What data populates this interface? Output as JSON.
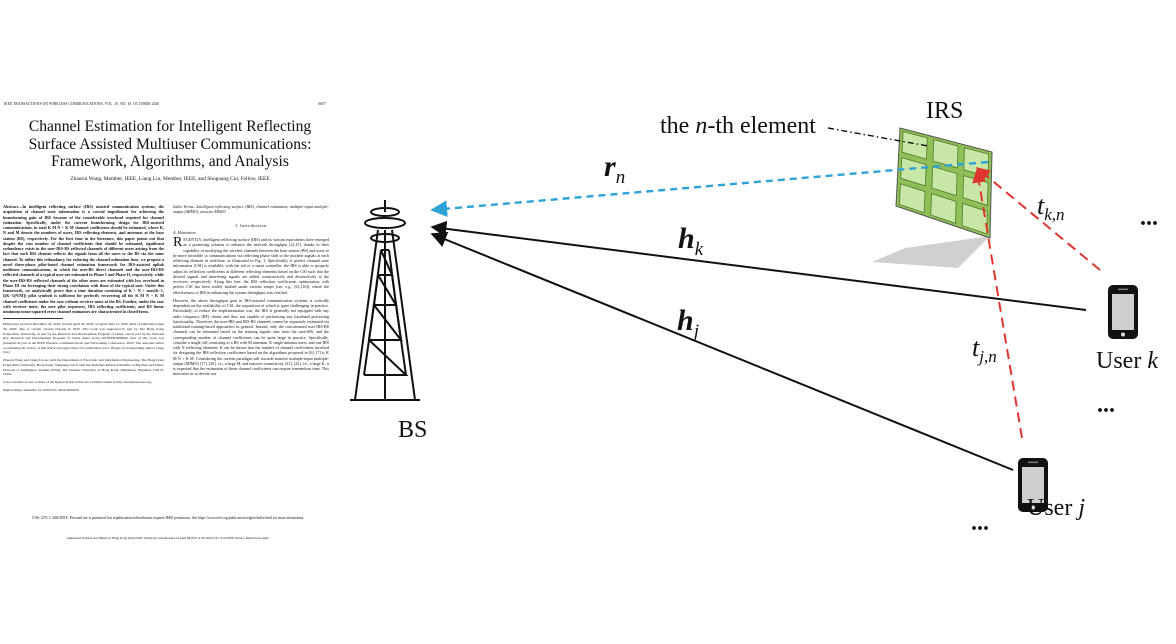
{
  "paper": {
    "journal_header": "IEEE TRANSACTIONS ON WIRELESS COMMUNICATIONS, VOL. 19, NO. 10, OCTOBER 2020",
    "page_number": "6607",
    "title": "Channel Estimation for Intelligent Reflecting Surface Assisted Multiuser Communications: Framework, Algorithms, and Analysis",
    "authors": "Zhaorui Wang, Member, IEEE, Liang Liu, Member, IEEE, and Shuguang Cui, Fellow, IEEE",
    "abstract": "Abstract—In intelligent reflecting surface (IRS) assisted communication systems, the acquisition of channel state information is a crucial impediment for achieving the beamforming gain of IRS because of the considerable overhead required for channel estimation. Specifically, under the current beamforming design for IRS-assisted communications, in total K M N + K M channel coefficients should be estimated, where K, N and M denote the numbers of users, IRS reflecting elements, and antennas at the base station (BS), respectively. For the first time in the literature, this paper points out that despite the vast number of channel coefficients that should be estimated, significant redundancy exists in the user-IRS-BS reflected channels of different users arising from the fact that each IRS element reflects the signals from all the users to the BS via the same channel. To utilize this redundancy for reducing the channel estimation time, we propose a novel three-phase pilot-based channel estimation framework for IRS-assisted uplink multiuser communications, in which the user-BS direct channels and the user-IRS-BS reflected channels of a typical user are estimated in Phase I and Phase II, respectively, while the user-IRS-BS reflected channels of the other users are estimated with low overhead in Phase III via leveraging their strong correlation with those of the typical user. Under this framework, we analytically prove that a time duration consisting of K + N + max(K−1, ⌈(K−1)N/M⌉) pilot symbols is sufficient for perfectly recovering all the K M N + K M channel coefficients under the case without receiver noise at the BS. Further, under the case with receiver noise, the user pilot sequences, IRS reflecting coefficients, and BS linear minimum mean-squared error channel estimators are characterized in closed-form.",
    "index_terms": "Index Terms—Intelligent reflecting surface (IRS), channel estimation, multiple-input multiple-output (MIMO), massive MIMO.",
    "section_heading": "I. Introduction",
    "subsection_heading": "A. Motivation",
    "intro_dropcap": "R",
    "intro_p1": "ECENTLY, intelligent reflecting surface (IRS) and its various equivalents have emerged as a promising solution to enhance the network throughput [2]–[5], thanks to their capability of modifying the wireless channels between the base station (BS) and users to be more favorable to communications via reflecting phase shift to the incident signals at each reflecting element in real-time, as illustrated in Fig. 1. Specifically, if perfect channel state information (CSI) is available, with the aid of a smart controller, the IRS is able to properly adjust its reflection coefficients at different reflecting elements based on the CSI such that the desired signals and interfering signals are added constructively and destructively at the receivers, respectively. Along this line, the IRS reflection coefficients optimization with perfect CSI has been widely studied under various setups (see, e.g., [6]–[16]), where the effectiveness of IRS in enhancing the system throughput was verified.",
    "intro_p2": "However, the above throughput gain in IRS-assisted communication systems is critically dependent on the availability of CSI, the acquisition of which is quite challenging in practice. Particularly, to reduce the implementation cost, the IRS is generally not equipped with any radio frequency (RF) chains and thus not capable of performing any baseband processing functionality. Therefore, the user-IRS and IRS-BS channels cannot be separately estimated via traditional training-based approaches in general. Instead, only the concatenated user-IRS-BS channels can be estimated based on the training signals sent from the users/BS, and the corresponding number of channel coefficients can be quite large in practice. Specifically, consider a single cell consisting of a BS with M antennas, K single-antenna users, and one IRS with N reflecting elements. It can be shown that the number of channel coefficients involved for designing the IRS reflection coefficients based on the algorithms proposed in [6], [7] is K M N + K M. Considering the current paradigm still towards massive multiple-input multiple-output (MIMO) [17]–[20], i.e., a large M, and massive connectivity [21], [22], i.e., a large K, it is expected that the estimation of these channel coefficients can require tremendous time. This motivates us to devote our",
    "footnote_1": "Manuscript received December 24, 2019; revised April 20, 2020; accepted June 15, 2020. Date of publication June 30, 2020; date of current version October 9, 2020. This work was supported in part by The Hong Kong Polytechnic University, in part by the Research and Development Program of China, and in part by the National Key Research and Development Program of China under Grant 2018YFB1800800. Part of this work was presented in part at the IEEE Wireless Communications and Networking Conference, 2020. The associate editor coordinating the review of this article and approving it for publication was I. Bergel. (Corresponding author: Liang Liu.)",
    "footnote_2": "Zhaorui Wang and Liang Liu are with the Department of Electronic and Information Engineering, The Hong Kong Polytechnic University, Hong Kong. Shuguang Cui is with the Shenzhen Research Institute of Big Data and Future Network of Intelligence Institute (FNii), The Chinese University of Hong Kong (Shenzhen), Shenzhen 518172, China.",
    "footnote_3": "Color versions of one or more of the figures in this article are available online at http://ieeexplore.ieee.org.",
    "footnote_4": "Digital Object Identifier 10.1109/TWC.2020.3004330",
    "copyright": "1536-1276 © 2020 IEEE. Personal use is permitted, but republication/redistribution requires IEEE permission. See https://www.ieee.org/publications/rights/index.html for more information.",
    "authorized_use": "Authorized licensed use limited to: Hong Kong Polytechnic University. Downloaded on April 08,2021 at 09:34:00 UTC from IEEE Xplore. Restrictions apply."
  },
  "diagram": {
    "irs_label": "IRS",
    "nth_element_label": "the n-th element",
    "bs_label": "BS",
    "user_k_label": "User k",
    "user_j_label": "User j",
    "channel_rn": "r_n",
    "channel_hk": "h_k",
    "channel_hj": "h_j",
    "channel_tkn": "t_{k,n}",
    "channel_tjn": "t_{j,n}",
    "ellipsis": "...",
    "colors": {
      "irs_panel": "#8fbf56",
      "irs_cell": "#c8e6a6",
      "reflect_dashed": "#e0342e",
      "rn_dashed": "#2ea3d8",
      "lines": "#111111"
    }
  }
}
